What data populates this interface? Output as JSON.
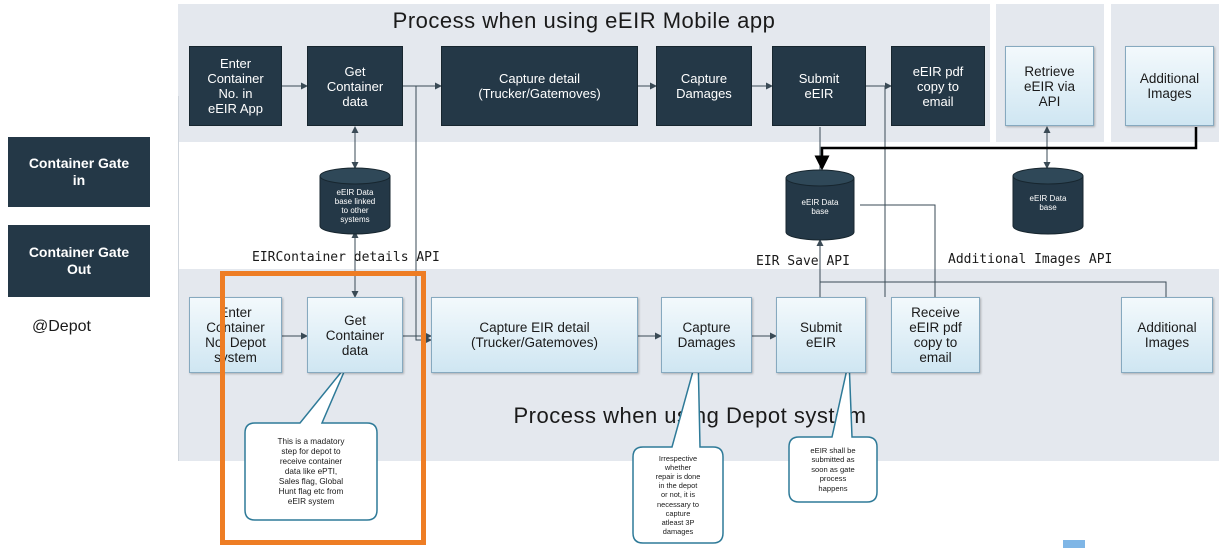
{
  "top_band": {
    "title": "Process when using eEIR Mobile app"
  },
  "bottom_band": {
    "title": "Process when using Depot system"
  },
  "left_panel": {
    "gate_in": "Container Gate\nin",
    "gate_out": "Container Gate\nOut",
    "depot_label": "@Depot"
  },
  "mobile_steps": {
    "enter": "Enter\nContainer\nNo. in\neEIR App",
    "get": "Get\nContainer\ndata",
    "capture_detail": "Capture detail\n(Trucker/Gatemoves)",
    "capture_damages": "Capture\nDamages",
    "submit": "Submit\neEIR",
    "pdf": "eEIR pdf\ncopy to\nemail"
  },
  "external_steps": {
    "retrieve": "Retrieve\neEIR via\nAPI",
    "additional_top": "Additional\nImages"
  },
  "databases": {
    "db1": "eEIR Data\nbase linked\nto other\nsystems",
    "db2": "eEIR Data\nbase",
    "db3": "eEIR Data\nbase"
  },
  "api_labels": {
    "container_api": "EIRContainer details API",
    "save_api": "EIR Save API",
    "images_api": "Additional Images API"
  },
  "depot_steps": {
    "enter": "Enter\nContainer\nNo. Depot\nsystem",
    "get": "Get\nContainer\ndata",
    "capture_detail": "Capture EIR detail\n(Trucker/Gatemoves)",
    "capture_damages": "Capture\nDamages",
    "submit": "Submit\neEIR",
    "receive_pdf": "Receive\neEIR pdf\ncopy to\nemail",
    "additional": "Additional\nImages"
  },
  "callouts": {
    "mandatory": "This is a madatory\nstep for depot to\nreceive container\ndata like ePTI,\nSales flag, Global\nHunt flag etc from\neEIR system",
    "damages": "Irrespective\nwhether\nrepair is done\nin the depot\nor not, it is\nnecessary to\ncapture\natleast 3P\ndamages",
    "submit": "eEIR shall be\nsubmitted as\nsoon as gate\nprocess\nhappens"
  },
  "colors": {
    "dark_box": "#243847",
    "light_box": "#cfe6f2",
    "band": "#e4e8ee",
    "highlight": "#ee7d24"
  }
}
